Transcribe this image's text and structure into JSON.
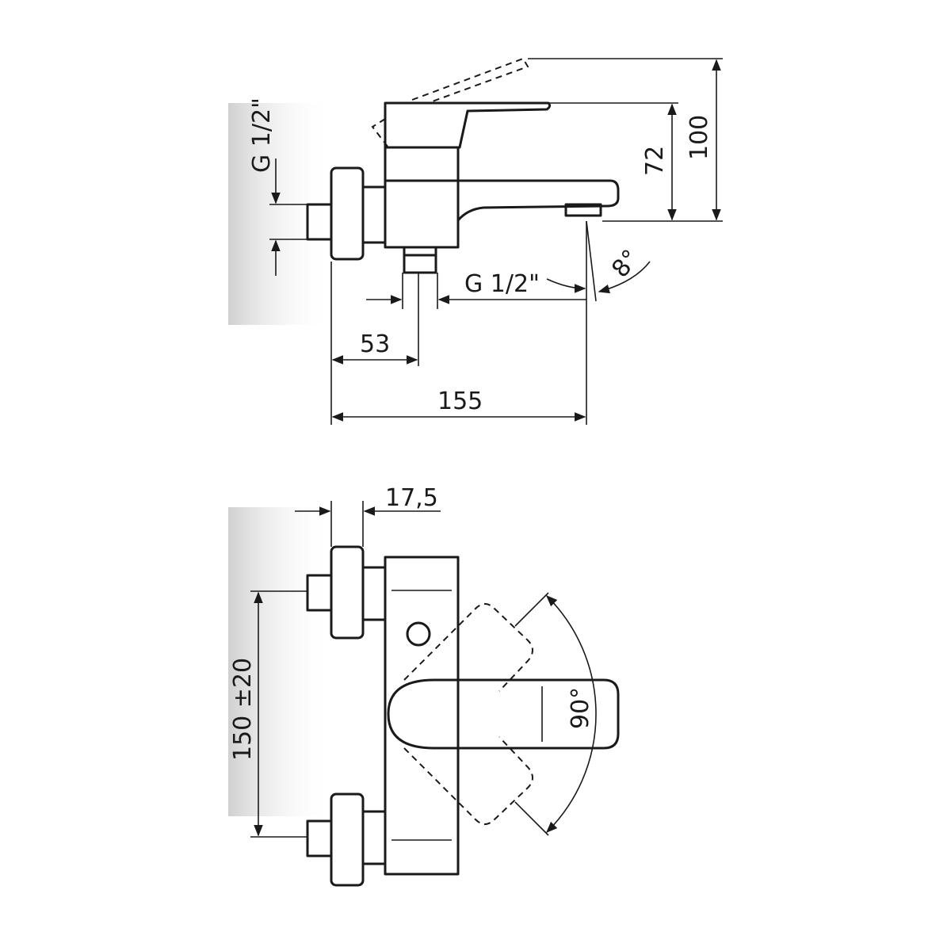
{
  "side_view": {
    "inlet_thread": "G 1/2\"",
    "outlet_thread": "G 1/2\"",
    "angle": "8°",
    "dim_spout_height": "72",
    "dim_total_height": "100",
    "dim_outlet_offset": "53",
    "dim_projection": "155"
  },
  "top_view": {
    "dim_eccentric": "17,5",
    "dim_spacing": "150 ±20",
    "angle_handle": "90°"
  },
  "colors": {
    "line": "#1a1a1a",
    "wall_shade": "#d0d0d0"
  }
}
